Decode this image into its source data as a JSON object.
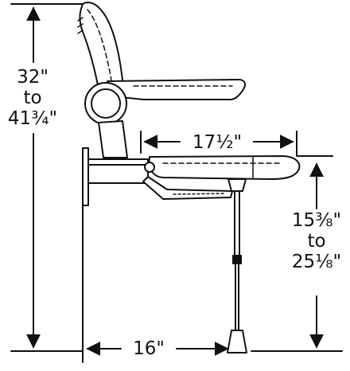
{
  "dimensions": {
    "total_height": {
      "line1": "32\"",
      "line2": "to",
      "line3": "41¾\""
    },
    "seat_depth": "17½\"",
    "seat_height": {
      "line1": "15⅜\"",
      "line2": "to",
      "line3": "25⅛\""
    },
    "wall_to_leg": "16\""
  },
  "colors": {
    "line": "#111111",
    "background": "#ffffff"
  }
}
